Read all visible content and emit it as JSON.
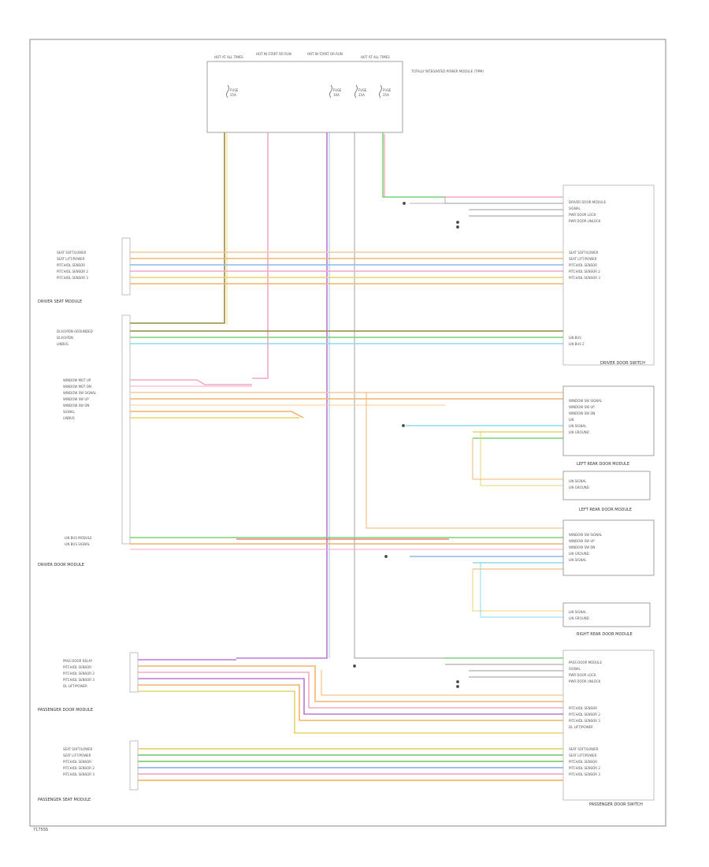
{
  "diagram": {
    "page_label": "7175SS",
    "fuse_box_labels": [
      "HOT AT ALL TIMES",
      "HOT IN START OR RUN",
      "HOT IN START OR RUN",
      "HOT AT ALL TIMES"
    ],
    "fuse_box_note": "TOTALLY INTEGRATED POWER MODULE (TIPM)",
    "fuses": [
      {
        "name": "FUSE",
        "rating": "25A"
      },
      {
        "name": "FUSE",
        "rating": "10A"
      },
      {
        "name": "FUSE",
        "rating": "25A"
      },
      {
        "name": "FUSE",
        "rating": "25A"
      }
    ],
    "components": {
      "driver_seat_module": "DRIVER SEAT MODULE",
      "driver_door_module": "DRIVER DOOR MODULE",
      "left_rear_door_module": "LEFT REAR DOOR MODULE",
      "right_rear_door_module": "RIGHT REAR DOOR MODULE",
      "passenger_door_module": "PASSENGER DOOR MODULE",
      "passenger_seat_module": "PASSENGER SEAT MODULE",
      "passenger_door_switch": "PASSENGER DOOR SWITCH",
      "driver_door_switch": "DRIVER DOOR SWITCH"
    },
    "left_pins_driver_seat": [
      "SEAT SOFT/LOWER",
      "SEAT LIFT/POWER",
      "PITCH/DL SENSOR",
      "PITCH/DL SENSOR 2",
      "PITCH/DL SENSOR 3"
    ],
    "left_pins_driver_door": [
      "DLX/UPDN GROUNDED",
      "DLX/UPDN",
      "LINBUS"
    ],
    "left_pins_window": [
      "WINDOW MOT UP",
      "WINDOW MOT DN",
      "WINDOW SW SIGNAL",
      "WINDOW SW UP",
      "WINDOW SW DN",
      "SIGNAL",
      "LINBUS"
    ],
    "left_pins_lin": [
      "LIN BUS MODULE",
      "LIN BUS SIGNAL"
    ],
    "left_pins_passenger": [
      "PASS DOOR RELAY",
      "PITCH/DL SENSOR",
      "PITCH/DL SENSOR 2",
      "PITCH/DL SENSOR 3",
      "DL LIFT/POWER"
    ],
    "left_pins_bottom": [
      "SEAT SOFT/LOWER",
      "SEAT LIFT/POWER",
      "PITCH/DL SENSOR",
      "PITCH/DL SENSOR 2",
      "PITCH/DL SENSOR 3"
    ],
    "right_pins_top": [
      "DRIVER DOOR MODULE",
      "SIGNAL",
      "PWR DOOR LOCK",
      "PWR DOOR UNLOCK"
    ],
    "right_pins_mid": [
      "SEAT SOFT/LOWER",
      "SEAT LIFT/POWER",
      "PITCH/DL SENSOR",
      "PITCH/DL SENSOR 2",
      "PITCH/DL SENSOR 3"
    ],
    "right_pins_lin": [
      "LIN BUS",
      "LIN BUS 2"
    ],
    "right_pins_lr": [
      "WINDOW SW SIGNAL",
      "WINDOW SW UP",
      "WINDOW SW DN",
      "LIN",
      "LIN SIGNAL",
      "LIN GROUND"
    ],
    "right_pins_lr2": [
      "LIN SIGNAL",
      "LIN GROUND"
    ],
    "right_pins_rr": [
      "WINDOW SW SIGNAL",
      "WINDOW SW UP",
      "WINDOW SW DN",
      "LIN GROUND",
      "LIN SIGNAL"
    ],
    "right_pins_rr2": [
      "LIN SIGNAL",
      "LIN GROUND"
    ],
    "right_pins_pass": [
      "PASS DOOR MODULE",
      "SIGNAL",
      "PWR DOOR LOCK",
      "PWR DOOR UNLOCK"
    ],
    "right_pins_pass2": [
      "PITCH/DL SENSOR",
      "PITCH/DL SENSOR 2",
      "PITCH/DL SENSOR 3",
      "DL LIFT/POWER"
    ],
    "right_pins_bottom": [
      "SEAT SOFT/LOWER",
      "SEAT LIFT/POWER",
      "PITCH/DL SENSOR",
      "PITCH/DL SENSOR 2",
      "PITCH/DL SENSOR 3"
    ],
    "wire_colors": {
      "green": "#7fd07a",
      "pink": "#f2a8c8",
      "orange": "#f4b46a",
      "blue": "#8fb5ea",
      "purple": "#b77ad6",
      "yellow": "#e8d46a",
      "olive": "#9c8a3a",
      "red": "#e8453a",
      "cyan": "#8adbe6",
      "peach": "#f6c89a",
      "gray": "#9a9a9a"
    }
  }
}
